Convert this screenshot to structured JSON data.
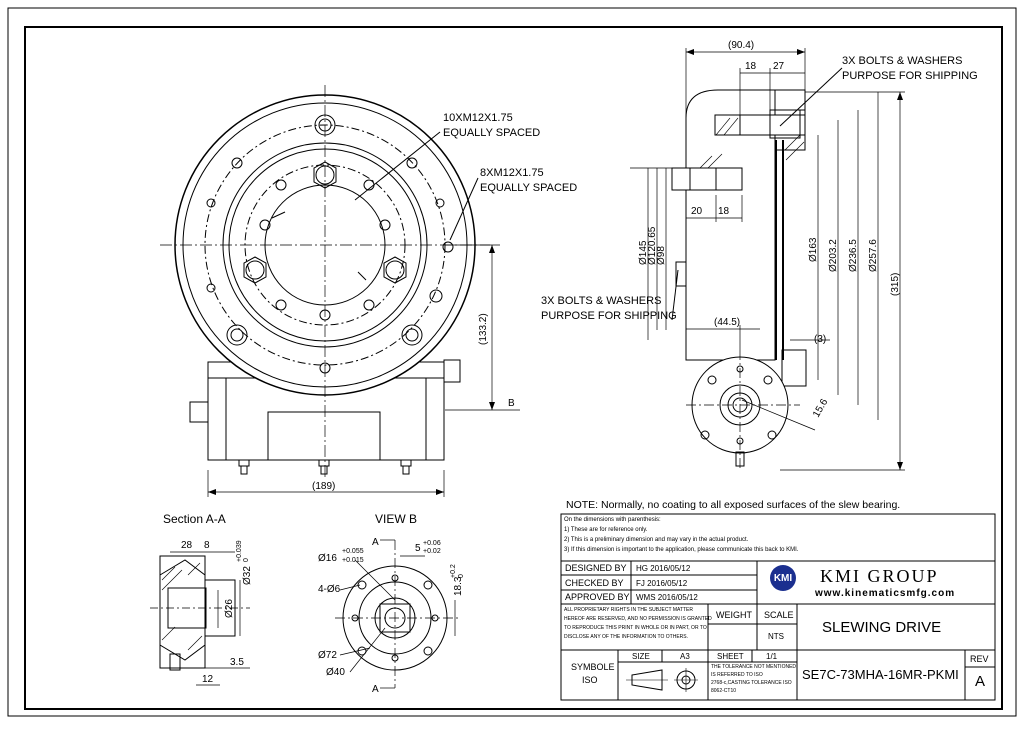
{
  "annotations": {
    "thread_10x": "10XM12X1.75",
    "equally_spaced_1": "EQUALLY SPACED",
    "thread_8x": "8XM12X1.75",
    "equally_spaced_2": "EQUALLY SPACED",
    "bolts_top_1": "3X BOLTS & WASHERS",
    "bolts_top_2": "PURPOSE FOR SHIPPING",
    "bolts_mid_1": "3X  BOLTS & WASHERS",
    "bolts_mid_2": "PURPOSE FOR SHIPPING"
  },
  "front_dims": {
    "d133": "(133.2)",
    "b_label": "B",
    "d189": "(189)"
  },
  "side_dims": {
    "d90": "(90.4)",
    "d18a": "18",
    "d27": "27",
    "d20": "20",
    "d18b": "18",
    "d145": "Ø145",
    "d120": "Ø120.65",
    "d98": "Ø98",
    "d163": "Ø163",
    "d203": "Ø203.2",
    "d236": "Ø236.5",
    "d257": "Ø257.6",
    "d315": "(315)",
    "d44": "(44.5)",
    "d3": "(3)",
    "d15": "15.6"
  },
  "section_aa": {
    "title": "Section A-A",
    "d28": "28",
    "d8": "8",
    "d32": "Ø32",
    "d32_tol_up": "+0.039",
    "d32_tol_lo": "0",
    "d26": "Ø26",
    "d35": "3.5",
    "d12": "12"
  },
  "view_b": {
    "title": "VIEW B",
    "a_top": "A",
    "a_bottom": "A",
    "d16": "Ø16",
    "d16_up": "+0.055",
    "d16_lo": "+0.015",
    "d5": "5",
    "d5_up": "+0.06",
    "d5_lo": "+0.02",
    "d183": "18.3",
    "d183_up": "+0.2",
    "d183_lo": "0",
    "holes": "4-Ø6",
    "d72": "Ø72",
    "d40": "Ø40"
  },
  "note": {
    "headline": "NOTE: Normally, no coating to all exposed surfaces of the slew bearing.",
    "line0": "On the dimensions with parenthesis:",
    "line1": "1) These are for reference only.",
    "line2": "2) This is a preliminary dimension and may vary in the actual product.",
    "line3": "3) If this dimension is important to the application, please communicate this back to KMI."
  },
  "title_block": {
    "designed_by_label": "DESIGNED BY",
    "designed_by_value": "HG    2016/05/12",
    "checked_by_label": "CHECKED BY",
    "checked_by_value": "FJ    2016/05/12",
    "approved_by_label": "APPROVED BY",
    "approved_by_value": "WMS    2016/05/12",
    "rights_1": "ALL PROPRIETARY RIGHTS IN THE SUBJECT MATTER",
    "rights_2": "HEREOF ARE RESERVED, AND NO PERMISSION IS GRANTED",
    "rights_3": "TO REPRODUCE THIS PRINT IN WHOLE OR IN PART, OR TO",
    "rights_4": "DISCLOSE ANY OF THE INFORMATION TO OTHERS.",
    "weight_label": "WEIGHT",
    "scale_label": "SCALE",
    "scale_value": "NTS",
    "logo_text": "KMI",
    "company": "KMI GROUP",
    "website": "www.kinematicsmfg.com",
    "product": "SLEWING DRIVE",
    "symbole": "SYMBOLE",
    "iso": "ISO",
    "size_label": "SIZE",
    "size_value": "A3",
    "sheet_label": "SHEET",
    "sheet_value": "1/1",
    "tol_1": "THE TOLERANCE NOT MENTIONED",
    "tol_2": "IS REFERRED TO ISO",
    "tol_3": "2768-c,CASTING TOLERANCE ISO",
    "tol_4": "8062-CT10",
    "part_number": "SE7C-73MHA-16MR-PKMI",
    "rev_label": "REV",
    "rev_value": "A"
  }
}
